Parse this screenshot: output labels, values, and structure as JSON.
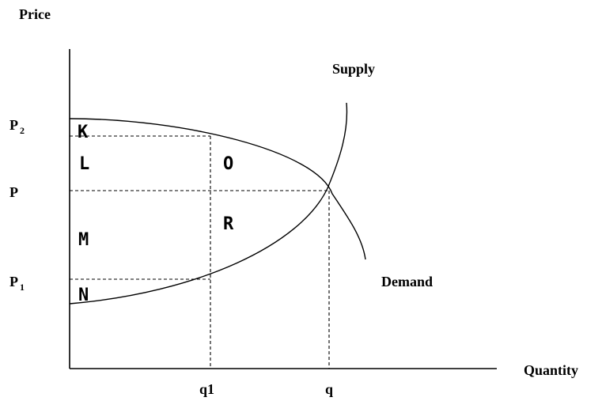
{
  "axes": {
    "y_label": "Price",
    "x_label": "Quantity"
  },
  "curves": {
    "supply_label": "Supply",
    "demand_label": "Demand"
  },
  "price_levels": {
    "p2_main": "P",
    "p2_sub": "2",
    "p_main": "P",
    "p1_main": "P",
    "p1_sub": "1"
  },
  "quantity_levels": {
    "q1": "q1",
    "q": "q"
  },
  "regions": {
    "k": "K",
    "l": "L",
    "m": "M",
    "n": "N",
    "o": "O",
    "r": "R"
  }
}
